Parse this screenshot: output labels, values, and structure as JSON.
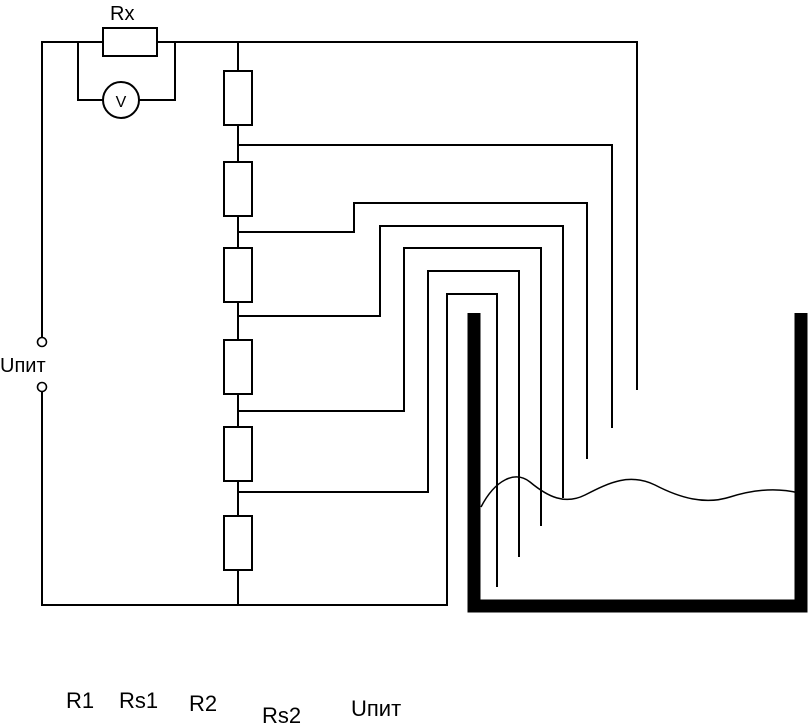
{
  "diagram": {
    "labels": {
      "rx": "Rx",
      "voltmeter": "V",
      "supply": "Uпит"
    },
    "legend": [
      "R1",
      "Rs1",
      "R2",
      "Rs2",
      "Uпит"
    ]
  }
}
